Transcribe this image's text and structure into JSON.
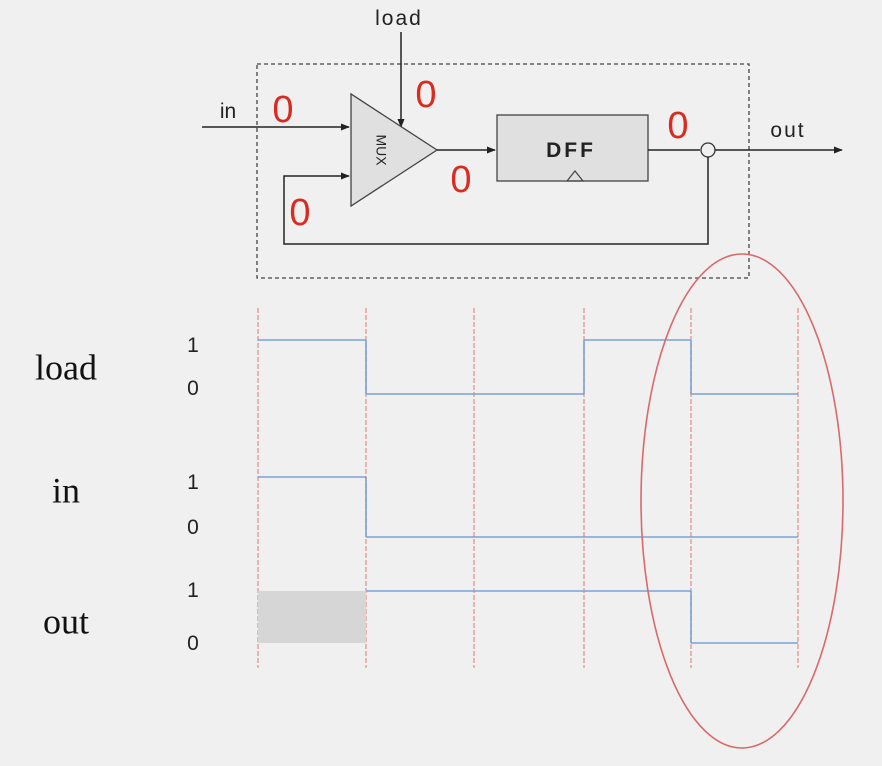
{
  "circuit": {
    "load_label": "load",
    "in_label": "in",
    "out_label": "out",
    "mux_label": "MUX",
    "dff_label": "DFF",
    "values": {
      "load": "0",
      "in": "0",
      "feedback": "0",
      "mux_out": "0",
      "dff_out": "0"
    }
  },
  "timing": {
    "signals": [
      {
        "name": "load",
        "high_label": "1",
        "low_label": "0",
        "levels": [
          1,
          0,
          0,
          1,
          0
        ]
      },
      {
        "name": "in",
        "high_label": "1",
        "low_label": "0",
        "levels": [
          1,
          0,
          0,
          0,
          0
        ]
      },
      {
        "name": "out",
        "high_label": "1",
        "low_label": "0",
        "levels": [
          null,
          1,
          1,
          1,
          0
        ]
      }
    ],
    "colors": {
      "waveform": "#7aa2d6",
      "clock_line": "#e29a9a",
      "highlight": "#d9696b",
      "unknown_fill": "#d6d6d6"
    }
  }
}
